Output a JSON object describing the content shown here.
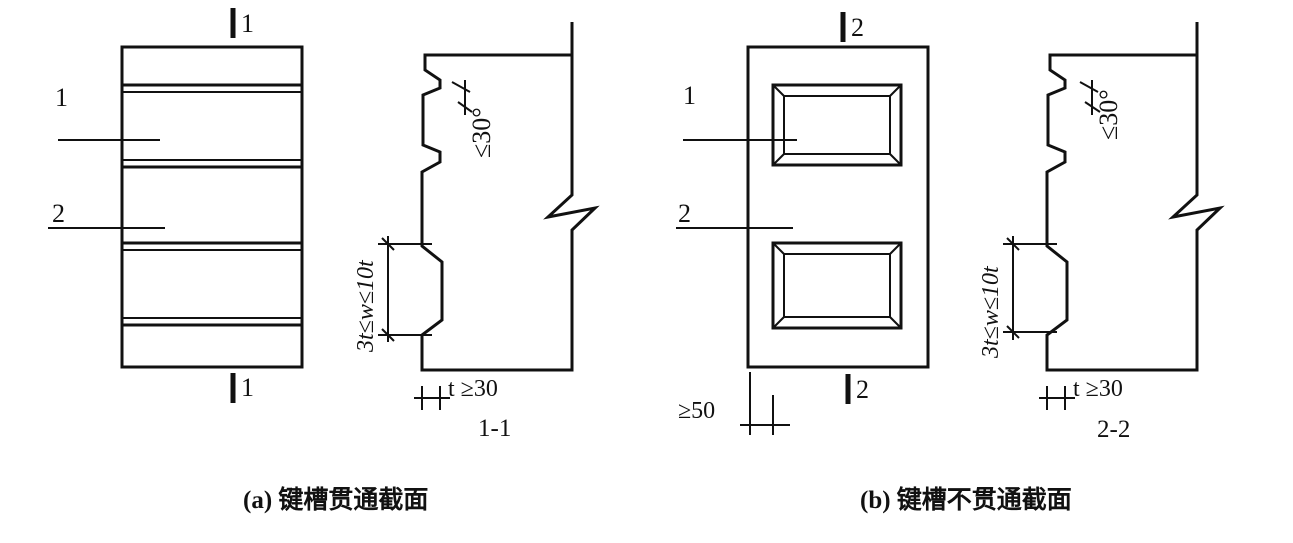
{
  "figure_a": {
    "section_mark": "1",
    "label_1": "1",
    "label_2": "2",
    "angle_label": "≤30°",
    "width_range_label": "3t≤w≤10t",
    "depth_label": "t ≥30",
    "section_title": "1-1",
    "caption": "(a) 键槽贯通截面"
  },
  "figure_b": {
    "section_mark": "2",
    "label_1": "1",
    "label_2": "2",
    "edge_label": "≥50",
    "angle_label": "≤30°",
    "width_range_label": "3t≤w≤10t",
    "depth_label": "t ≥30",
    "section_title": "2-2",
    "caption": "(b) 键槽不贯通截面"
  }
}
